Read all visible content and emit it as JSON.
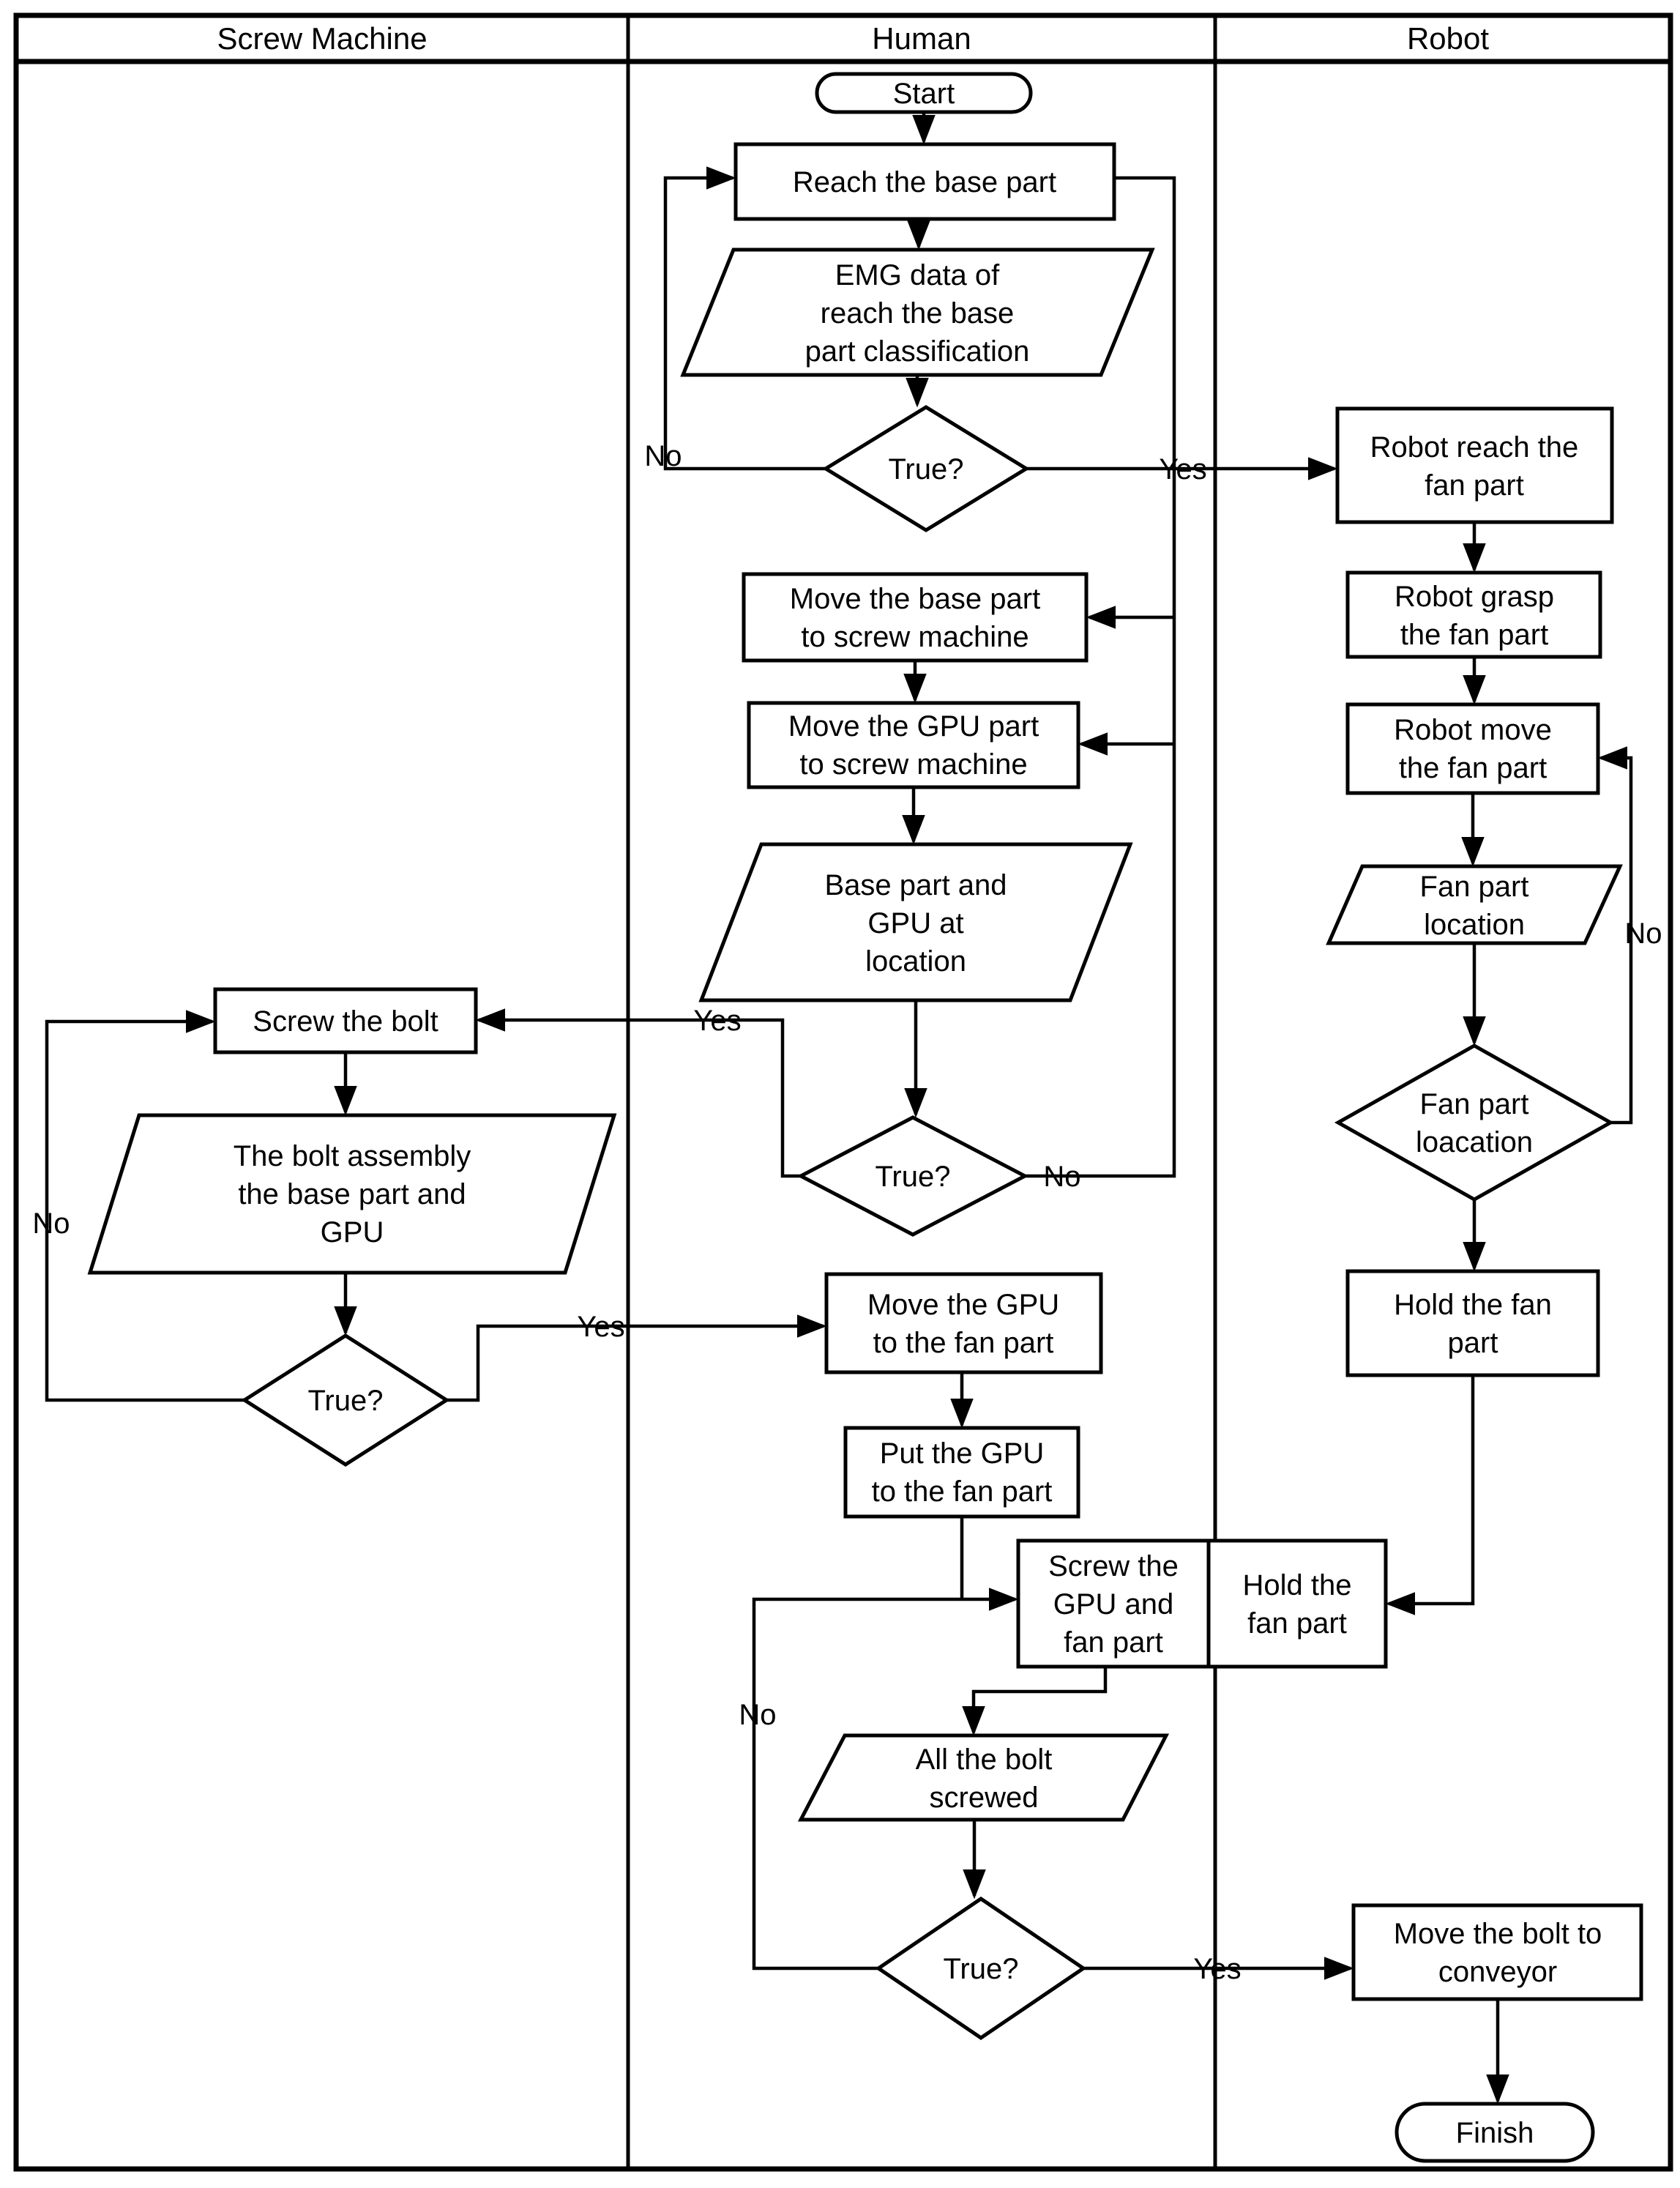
{
  "header": {
    "lanes": [
      "Screw Machine",
      "Human",
      "Robot"
    ]
  },
  "labels": {
    "yes": "Yes",
    "no": "No"
  },
  "nodes": {
    "start": {
      "label": "Start"
    },
    "reach_base": {
      "label": "Reach the base part"
    },
    "emg_data": {
      "lines": [
        "EMG data of",
        "reach the base",
        "part classification"
      ]
    },
    "true1": {
      "label": "True?"
    },
    "move_base": {
      "lines": [
        "Move the base part",
        "to screw machine"
      ]
    },
    "move_gpu_part": {
      "lines": [
        "Move the GPU part",
        "to screw machine"
      ]
    },
    "base_gpu_location": {
      "lines": [
        "Base part and",
        "GPU at",
        "location"
      ]
    },
    "true2": {
      "label": "True?"
    },
    "screw_bolt": {
      "label": "Screw the bolt"
    },
    "bolt_assembly": {
      "lines": [
        "The bolt assembly",
        "the base part and",
        "GPU"
      ]
    },
    "true3": {
      "label": "True?"
    },
    "move_gpu_fan": {
      "lines": [
        "Move the GPU",
        "to the fan part"
      ]
    },
    "put_gpu_fan": {
      "lines": [
        "Put the GPU",
        "to the fan part"
      ]
    },
    "screw_gpu_fan": {
      "lines": [
        "Screw the",
        "GPU and",
        "fan part"
      ]
    },
    "hold_fan_2": {
      "lines": [
        "Hold the",
        "fan part"
      ]
    },
    "all_bolt_screwed": {
      "lines": [
        "All the bolt",
        "screwed"
      ]
    },
    "true4": {
      "label": "True?"
    },
    "move_bolt_conveyor": {
      "lines": [
        "Move the bolt to",
        "conveyor"
      ]
    },
    "finish": {
      "label": "Finish"
    },
    "robot_reach": {
      "lines": [
        "Robot reach the",
        "fan part"
      ]
    },
    "robot_grasp": {
      "lines": [
        "Robot grasp",
        "the fan part"
      ]
    },
    "robot_move": {
      "lines": [
        "Robot move",
        "the fan part"
      ]
    },
    "fan_location": {
      "lines": [
        "Fan part",
        "location"
      ]
    },
    "fan_location_check": {
      "lines": [
        "Fan part",
        "loacation"
      ]
    },
    "hold_fan_1": {
      "lines": [
        "Hold the fan",
        "part"
      ]
    }
  }
}
